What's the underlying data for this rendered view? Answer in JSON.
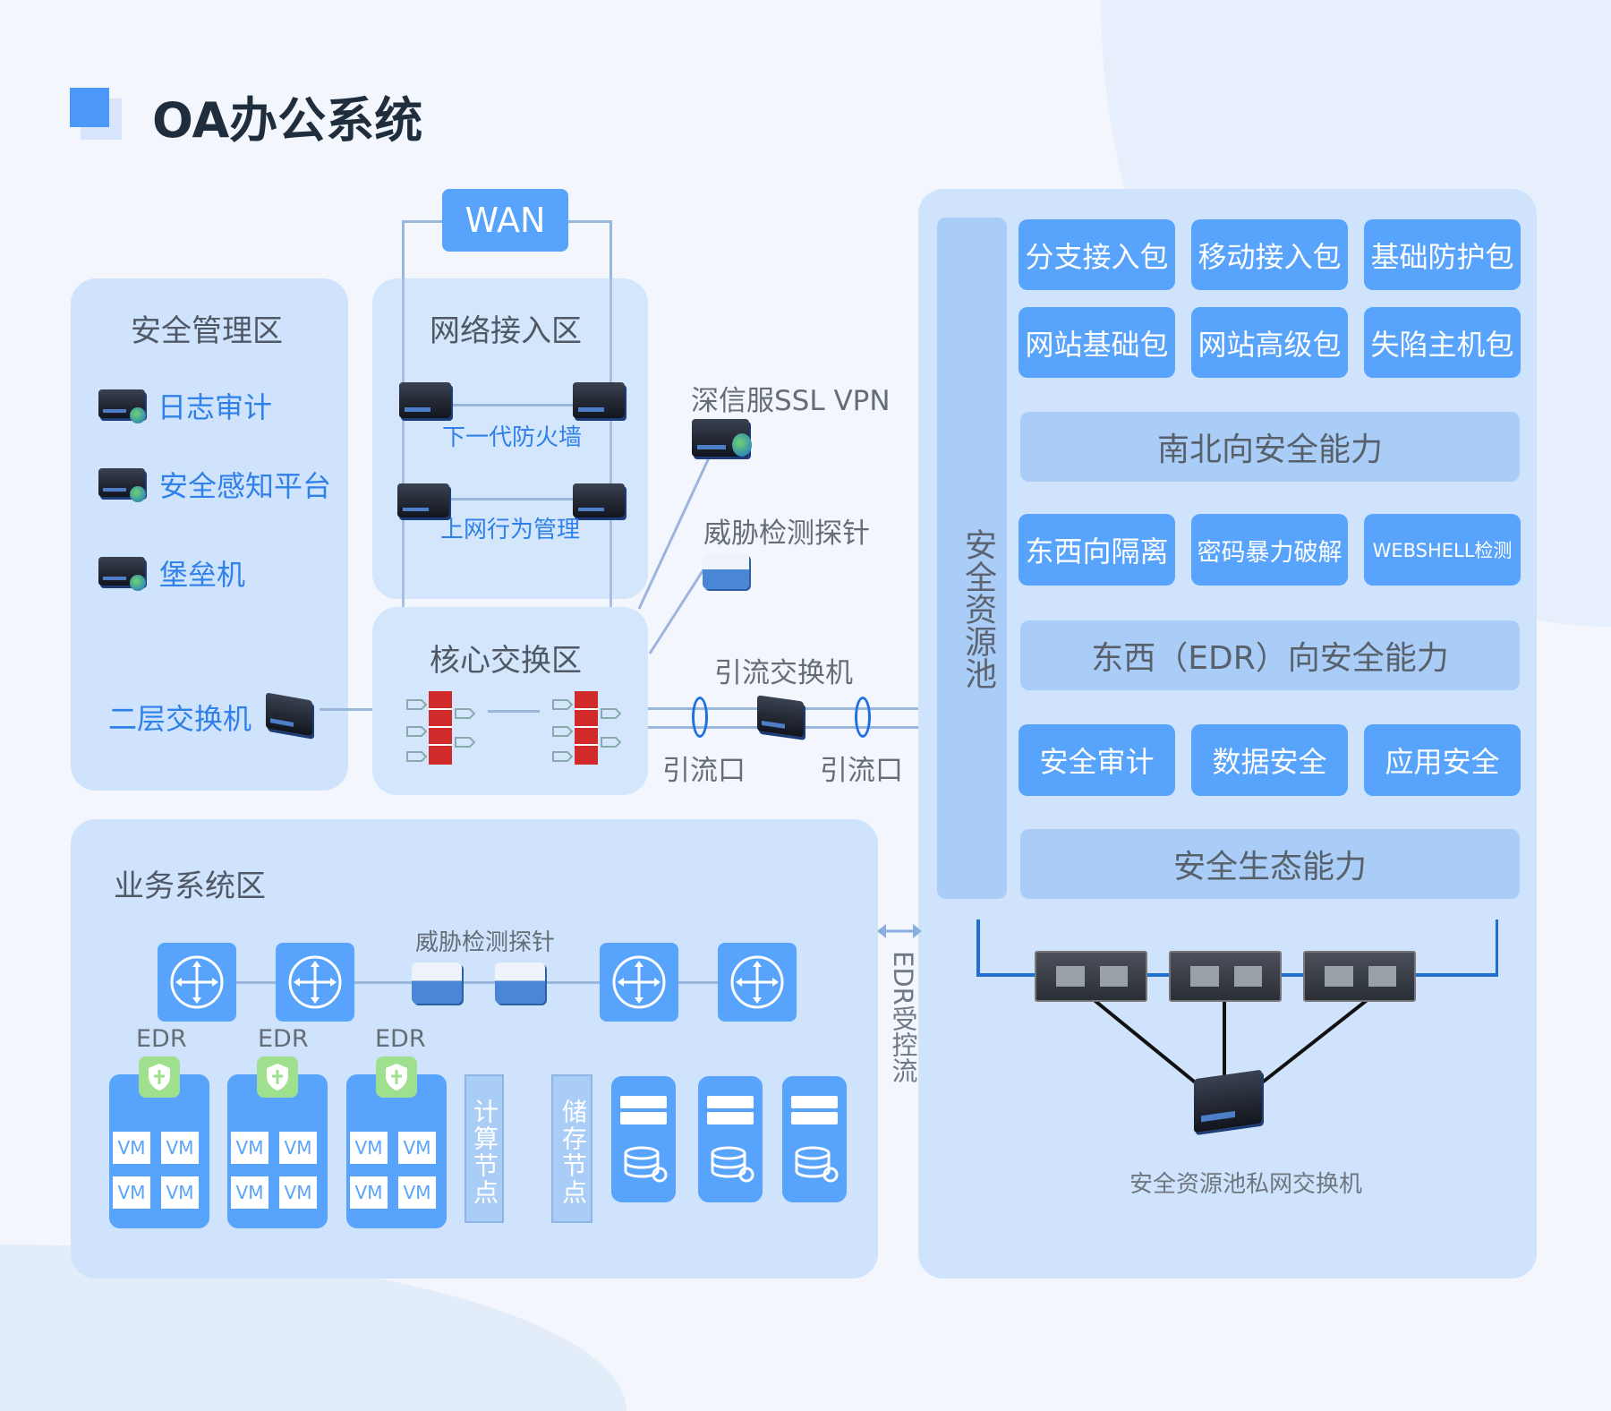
{
  "title": "OA办公系统",
  "wan": "WAN",
  "colors": {
    "accent": "#58a3fb",
    "panel": "#cfe3fc",
    "bar": "#a9cdf6",
    "text_blue": "#2f80e8"
  },
  "mgmt": {
    "title": "安全管理区",
    "items": [
      "日志审计",
      "安全感知平台",
      "堡垒机"
    ],
    "switch": "二层交换机"
  },
  "access": {
    "title": "网络接入区",
    "firewall": "下一代防火墙",
    "behavior": "上网行为管理"
  },
  "core": {
    "title": "核心交换区"
  },
  "middle": {
    "vpn": "深信服SSL VPN",
    "probe": "威胁检测探针",
    "diversion_switch": "引流交换机",
    "port1": "引流口",
    "port2": "引流口"
  },
  "business": {
    "title": "业务系统区",
    "probe": "威胁检测探针",
    "edr": [
      "EDR",
      "EDR",
      "EDR"
    ],
    "vm": "VM",
    "compute": "计算节点",
    "storage": "储存节点",
    "edr_flow": "EDR受控流"
  },
  "pool": {
    "title": "安全资源池",
    "row1": [
      "分支接入包",
      "移动接入包",
      "基础防护包"
    ],
    "row2": [
      "网站基础包",
      "网站高级包",
      "失陷主机包"
    ],
    "bar1": "南北向安全能力",
    "row3": [
      "东西向隔离",
      "密码暴力破解",
      "WEBSHELL检测"
    ],
    "bar2": "东西（EDR）向安全能力",
    "row4": [
      "安全审计",
      "数据安全",
      "应用安全"
    ],
    "bar3": "安全生态能力",
    "switch_label": "安全资源池私网交换机"
  }
}
